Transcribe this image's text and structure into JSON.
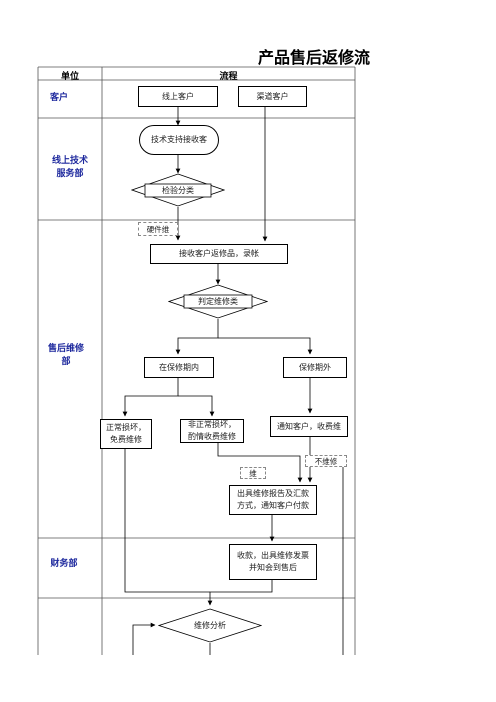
{
  "title": "产品售后返修流",
  "header": {
    "col_unit": "单位",
    "col_flow": "流程"
  },
  "departments": {
    "customer": "客户",
    "tech": "线上技术服务部",
    "aftersales": "售后维修部",
    "finance": "财务部"
  },
  "nodes": {
    "online_customer": "线上客户",
    "channel_customer": "渠道客户",
    "tech_support": "技术支持接收客",
    "inspect": "检验分类",
    "hardware": "硬件维",
    "receive": "接收客户返修品，录帐",
    "judge": "判定维修类",
    "in_warranty": "在保修期内",
    "out_warranty": "保修期外",
    "normal_damage": "正常损坏，免费维修",
    "abnormal_damage": "非正常损坏，酌情收费维修",
    "notify_customer": "通知客户，收费维",
    "no_repair": "不维修",
    "repair": "维",
    "report": "出具维修报告及汇款方式，通知客户付款",
    "collect": "收款，出具维修发票并知会到售后",
    "analysis": "维修分析"
  }
}
